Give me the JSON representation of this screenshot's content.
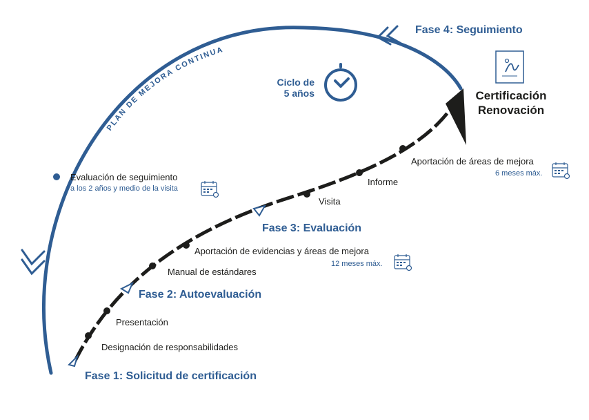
{
  "phases": {
    "phase1": "Fase 1: Solicitud de certificación",
    "phase2": "Fase 2: Autoevaluación",
    "phase3": "Fase 3: Evaluación",
    "phase4": "Fase 4: Seguimiento"
  },
  "steps": {
    "designacion": "Designación de responsabilidades",
    "presentacion": "Presentación",
    "manual": "Manual de estándares",
    "evidencias": "Aportación de evidencias y áreas de mejora",
    "evidencias_time": "12 meses máx.",
    "visita": "Visita",
    "informe": "Informe",
    "areas_mejora": "Aportación de áreas de mejora",
    "areas_mejora_time": "6 meses máx."
  },
  "certification": {
    "line1": "Certificación",
    "line2": "Renovación"
  },
  "cycle": {
    "line1": "Ciclo de",
    "line2": "5 años"
  },
  "follow_up": {
    "title": "Evaluación de seguimiento",
    "subtitle": "a los 2 años y medio de la visita"
  },
  "arc_label": "PLAN DE MEJORA CONTINUA",
  "icons": {
    "clock": "clock-icon",
    "calendar": "calendar-icon",
    "certificate": "certificate-icon"
  },
  "colors": {
    "blue": "#2f5d93",
    "dark": "#1d1d1b"
  }
}
